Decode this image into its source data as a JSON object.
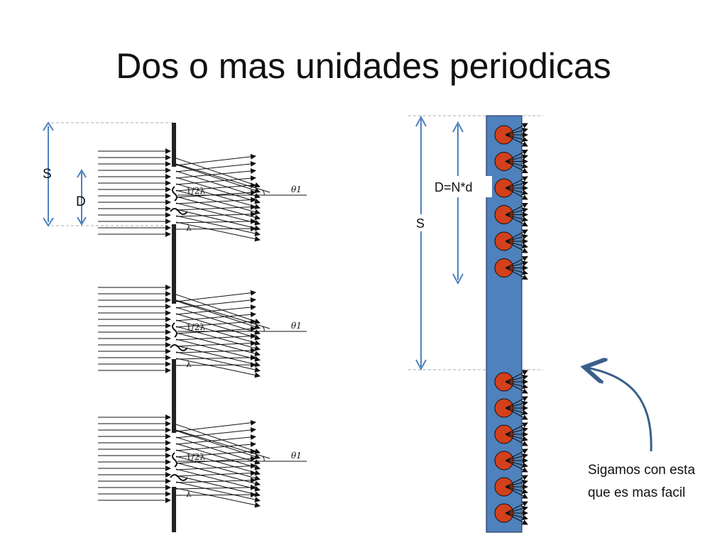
{
  "slide": {
    "title": "Dos o mas unidades periodicas"
  },
  "left_figure": {
    "label_S": "S",
    "label_D": "D",
    "units": [
      {
        "half_lambda": "1/2λ",
        "lambda": "λ",
        "theta": "θ1"
      },
      {
        "half_lambda": "1/2λ",
        "lambda": "λ",
        "theta": "θ1"
      },
      {
        "half_lambda": "1/2λ",
        "lambda": "λ",
        "theta": "θ1"
      }
    ]
  },
  "right_figure": {
    "label_D": "D=N*d",
    "label_S": "S",
    "upper_scatterer_count": 6,
    "lower_scatterer_count": 6,
    "colors": {
      "strip": "#4f81bd",
      "scatterer": "#d2401c",
      "measure_arrow": "#4f81bd"
    }
  },
  "note": {
    "line1": "Sigamos con esta",
    "line2": "que es mas facil"
  }
}
